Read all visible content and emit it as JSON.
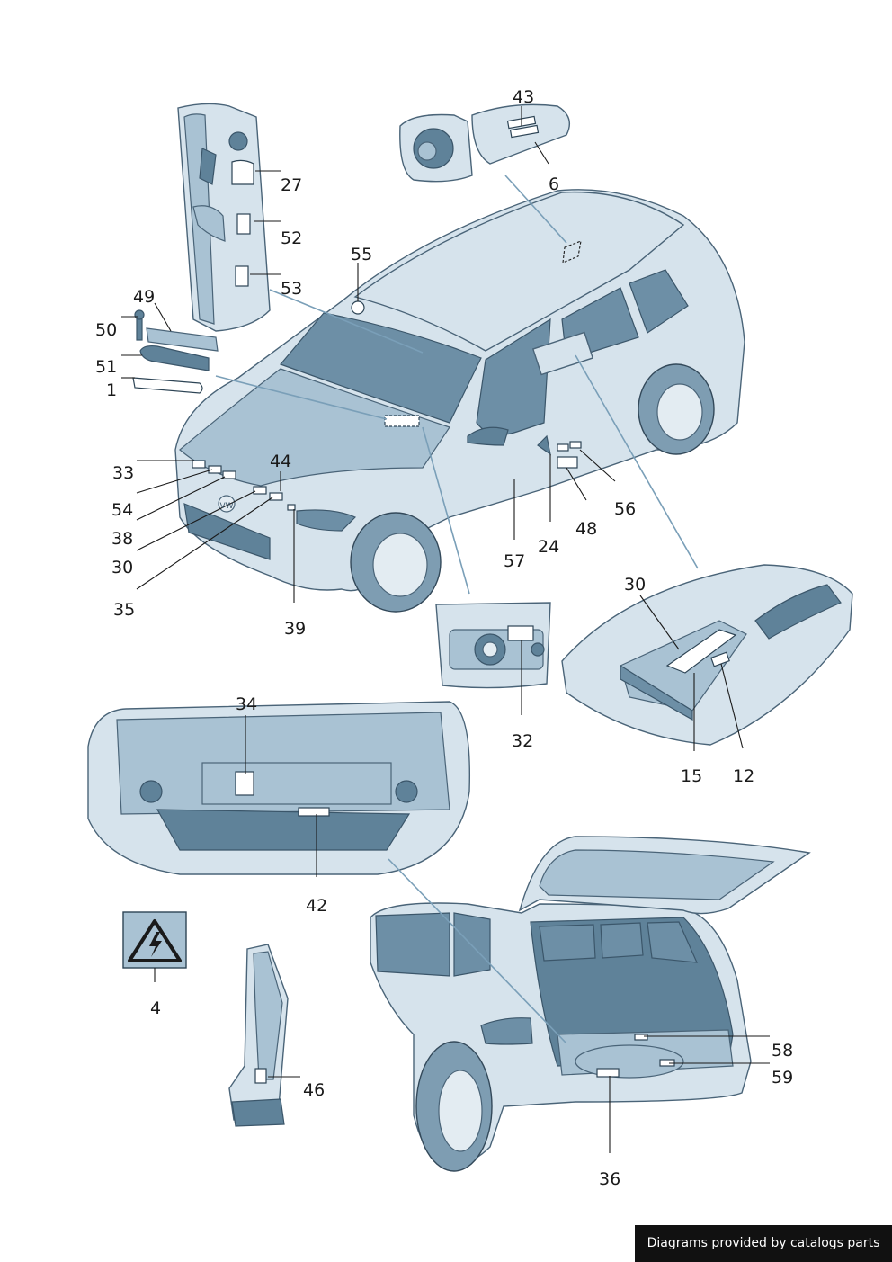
{
  "callouts": {
    "c1": "1",
    "c4": "4",
    "c6": "6",
    "c12": "12",
    "c15": "15",
    "c24": "24",
    "c27": "27",
    "c30a": "30",
    "c30b": "30",
    "c32": "32",
    "c33": "33",
    "c34": "34",
    "c35": "35",
    "c36": "36",
    "c38": "38",
    "c39": "39",
    "c42": "42",
    "c43": "43",
    "c44": "44",
    "c46": "46",
    "c48": "48",
    "c49": "49",
    "c50": "50",
    "c51": "51",
    "c52": "52",
    "c53": "53",
    "c54": "54",
    "c55": "55",
    "c56": "56",
    "c57": "57",
    "c58": "58",
    "c59": "59"
  },
  "icons": {
    "warning": "high-voltage-warning-icon",
    "brand": "vw-logo-icon"
  },
  "colors": {
    "body": "#d6e3ec",
    "shade": "#5f8299",
    "outline": "#3b566a",
    "pointer": "#7a9fb8"
  },
  "footer": {
    "text": "Diagrams provided by catalogs parts"
  }
}
